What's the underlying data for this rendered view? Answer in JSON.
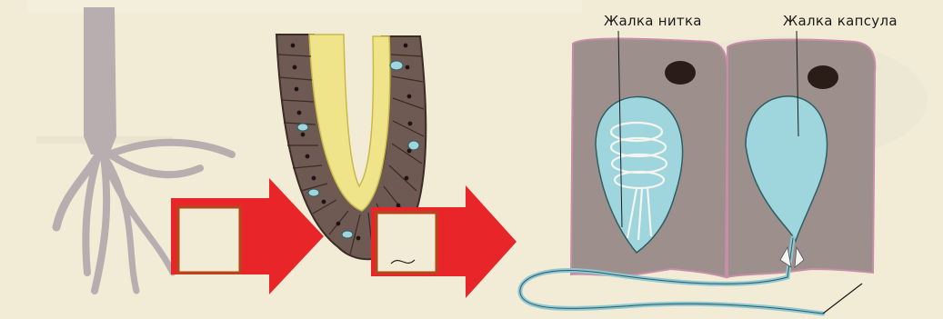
{
  "labels": {
    "stinging_thread": "Жалка нитка",
    "stinging_capsule": "Жалка капсула"
  },
  "colors": {
    "background": "#f2ecd6",
    "arrow": "#e8262a",
    "frame": "#b04a1a",
    "cell_body": "#9d8f8c",
    "capsule_fill": "#9fd6dd",
    "hydra": "#b8aeb0",
    "nucleus": "#2a1d18",
    "lumen": "#f0e48a"
  },
  "icons": {
    "hydra": "hydra-silhouette",
    "tissue": "tentacle-cross-section",
    "cells": "cnidocyte-cells",
    "arrows": "zoom-arrow"
  }
}
